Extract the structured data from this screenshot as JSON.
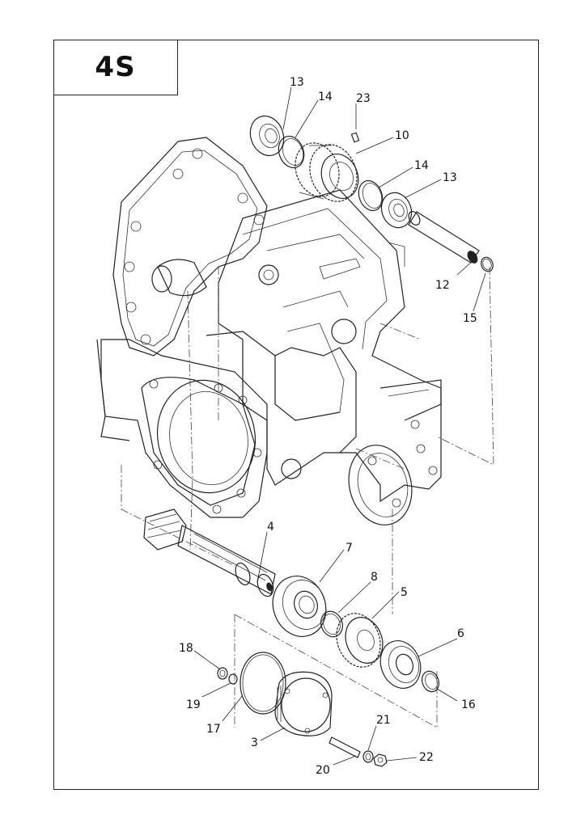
{
  "title": "4S",
  "callouts": [
    {
      "id": "c13a",
      "label": "13"
    },
    {
      "id": "c14a",
      "label": "14"
    },
    {
      "id": "c23",
      "label": "23"
    },
    {
      "id": "c10",
      "label": "10"
    },
    {
      "id": "c14b",
      "label": "14"
    },
    {
      "id": "c13b",
      "label": "13"
    },
    {
      "id": "c12",
      "label": "12"
    },
    {
      "id": "c15",
      "label": "15"
    },
    {
      "id": "c4",
      "label": "4"
    },
    {
      "id": "c7",
      "label": "7"
    },
    {
      "id": "c8",
      "label": "8"
    },
    {
      "id": "c5",
      "label": "5"
    },
    {
      "id": "c6",
      "label": "6"
    },
    {
      "id": "c18",
      "label": "18"
    },
    {
      "id": "c19",
      "label": "19"
    },
    {
      "id": "c17",
      "label": "17"
    },
    {
      "id": "c3",
      "label": "3"
    },
    {
      "id": "c16",
      "label": "16"
    },
    {
      "id": "c21",
      "label": "21"
    },
    {
      "id": "c22",
      "label": "22"
    },
    {
      "id": "c20",
      "label": "20"
    }
  ]
}
